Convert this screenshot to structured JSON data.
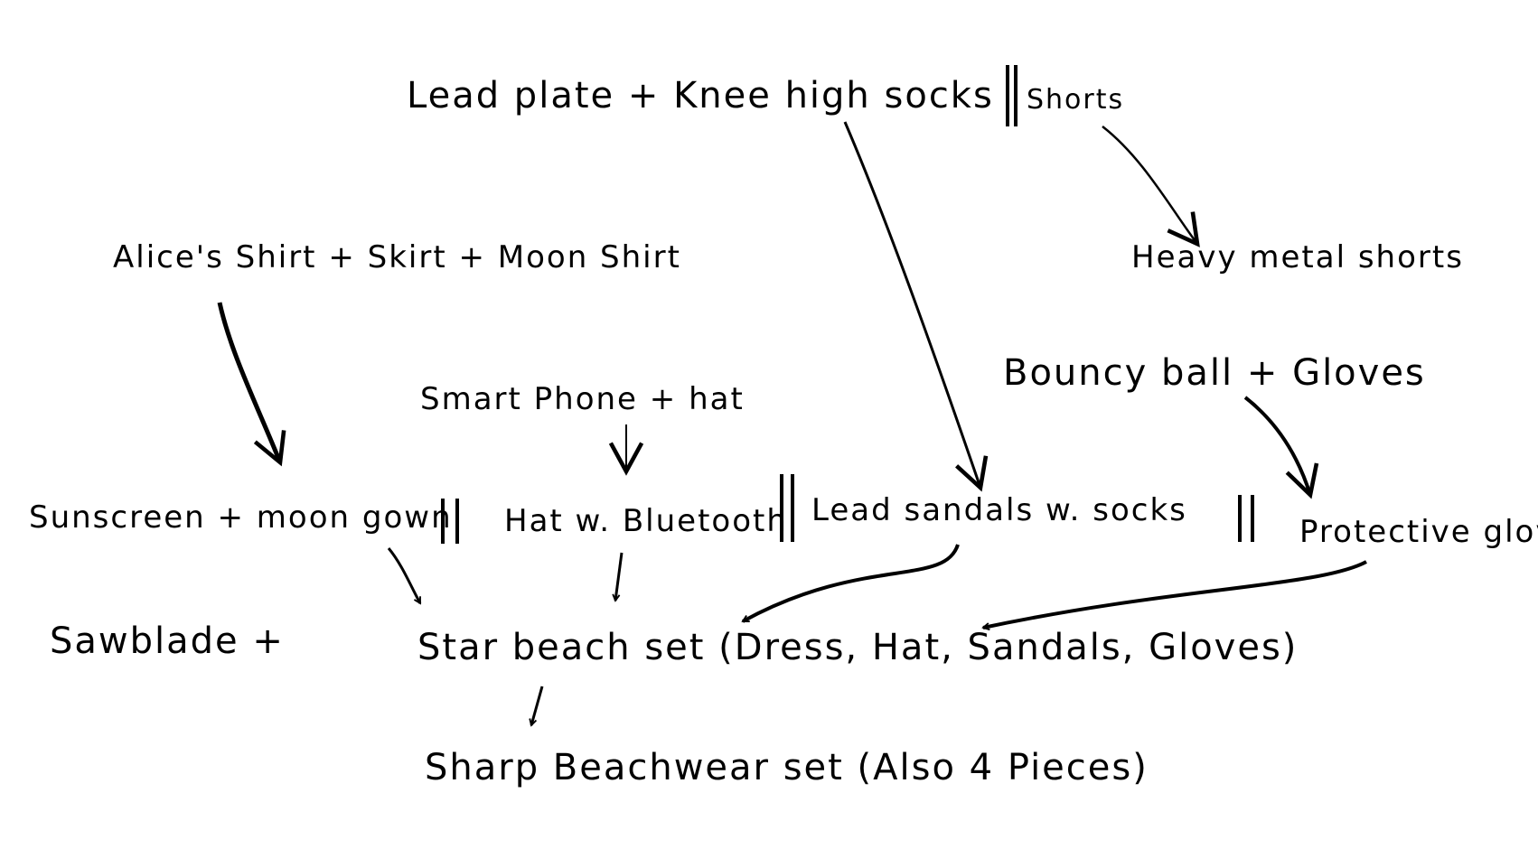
{
  "diagram": {
    "stroke_color": "#000000",
    "background": "#ffffff",
    "labels": {
      "lead_plate": "Lead plate + Knee high socks",
      "shorts": "Shorts",
      "heavy_metal_shorts": "Heavy metal shorts",
      "alices_shirt": "Alice's Shirt + Skirt + Moon Shirt",
      "bouncy_ball": "Bouncy ball + Gloves",
      "smartphone_hat": "Smart Phone + hat",
      "sunscreen_gown": "Sunscreen + moon gown",
      "hat_bluetooth": "Hat w. Bluetooth",
      "lead_sandals": "Lead sandals w. socks",
      "protective_gloves": "Protective gloves",
      "sawblade": "Sawblade +",
      "star_beach_set": "Star beach set (Dress, Hat, Sandals, Gloves)",
      "sharp_beachwear": "Sharp Beachwear set (Also 4 Pieces)"
    }
  }
}
